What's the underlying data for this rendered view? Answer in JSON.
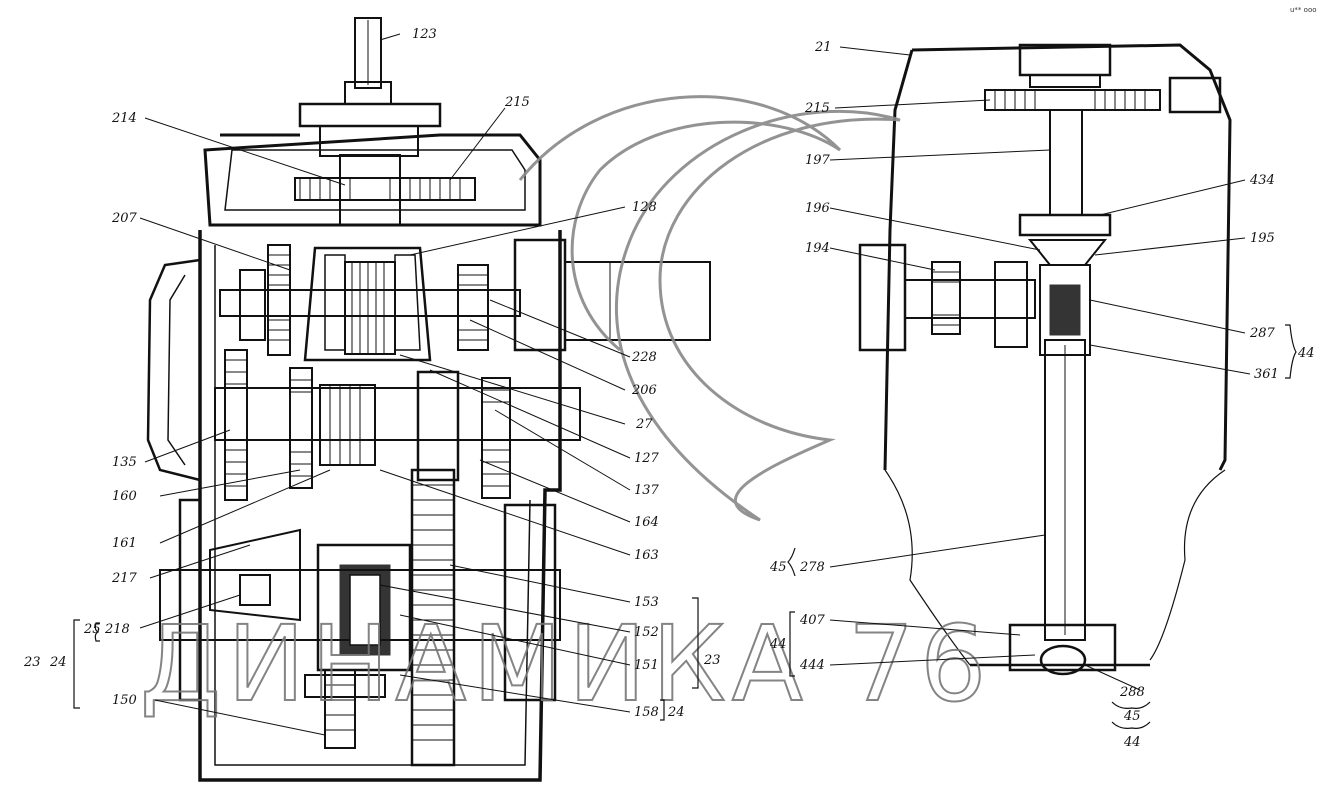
{
  "watermark": "ДИНАМИКА 76",
  "corner_text": "u** ooo",
  "labels": {
    "l123": "123",
    "l214": "214",
    "l215a": "215",
    "l207": "207",
    "l128": "128",
    "l228": "228",
    "l206": "206",
    "l27": "27",
    "l127": "127",
    "l137": "137",
    "l164": "164",
    "l163": "163",
    "l135": "135",
    "l160": "160",
    "l161": "161",
    "l217": "217",
    "l25": "25",
    "l218": "218",
    "l23": "23",
    "l24": "24",
    "l153": "153",
    "l152": "152",
    "l151": "151",
    "l23r": "23",
    "l150": "150",
    "l158": "158",
    "l24r": "24",
    "l21": "21",
    "l215b": "215",
    "l197": "197",
    "l434": "434",
    "l196": "196",
    "l195": "195",
    "l194": "194",
    "l287": "287",
    "l44a": "44",
    "l361": "361",
    "l45a": "45",
    "l278": "278",
    "l407": "407",
    "l44b": "44",
    "l444": "444",
    "l288": "288",
    "l45b": "45",
    "l44c": "44"
  }
}
